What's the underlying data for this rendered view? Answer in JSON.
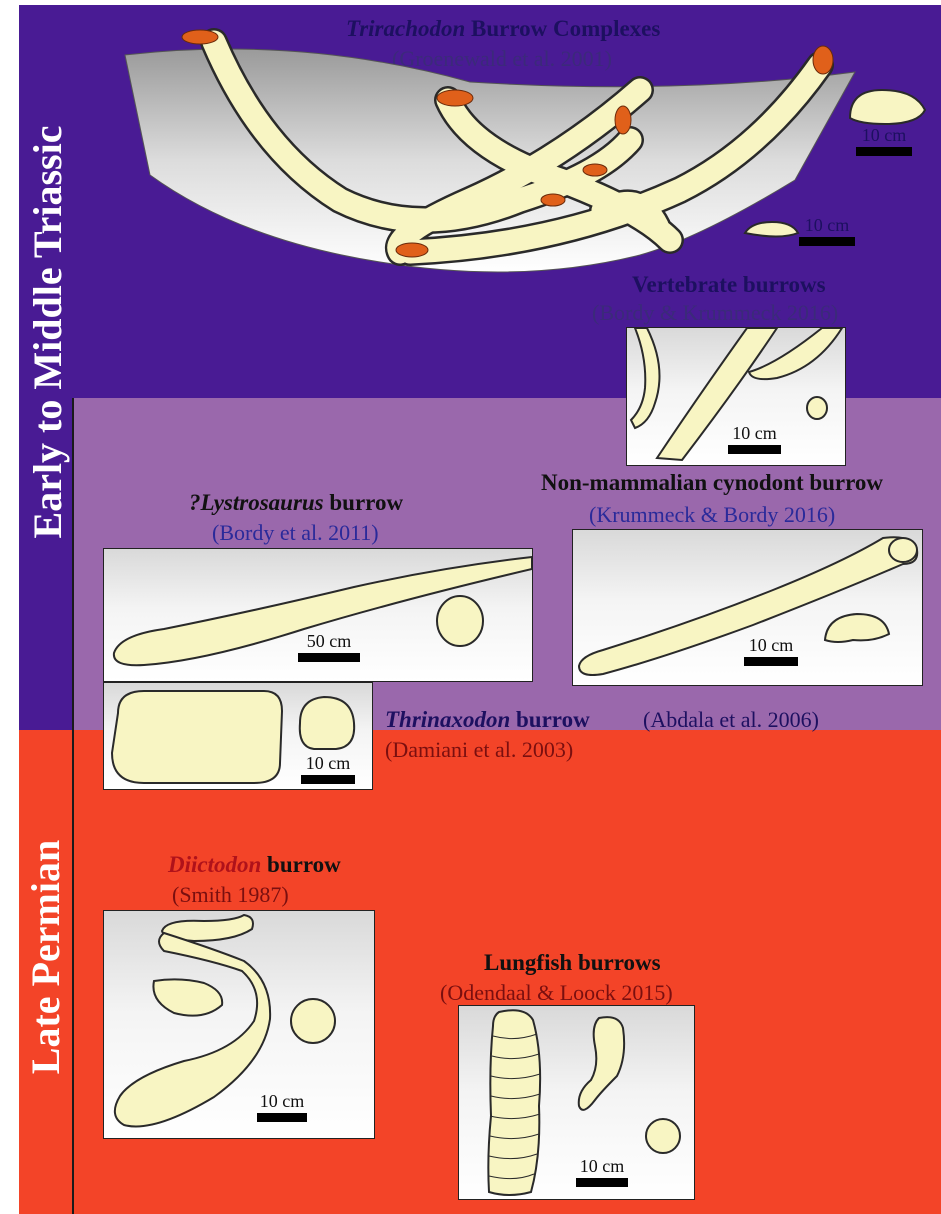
{
  "zones": {
    "upper": {
      "label": "Early to Middle Triassic",
      "color": "#491b94"
    },
    "upper_inner": {
      "color": "#9a68ac"
    },
    "lower": {
      "label": "Late Permian",
      "color": "#f34428"
    }
  },
  "colors": {
    "burrow_fill": "#f8f5c3",
    "title_italic_red": "#b0121a",
    "cite_blue": "#2a2a9a",
    "cite_red": "#7a0f0f"
  },
  "panels": {
    "trirachodon": {
      "title_italic": "Trirachodon",
      "title_rest": " Burrow Complexes",
      "citation": "(Groenewald et al. 2001)",
      "scale_a": "10 cm",
      "scale_b": "10 cm"
    },
    "vertebrate": {
      "title": "Vertebrate burrows",
      "citation": "(Bordy & Krummeck 2016)",
      "scale": "10 cm"
    },
    "lystrosaurus": {
      "title_italic": "?Lystrosaurus",
      "title_rest": " burrow",
      "citation": "(Bordy et al. 2011)",
      "scale": "50 cm"
    },
    "cynodont": {
      "title": "Non-mammalian cynodont burrow",
      "citation": "(Krummeck & Bordy 2016)",
      "scale": "10 cm"
    },
    "thrinaxodon": {
      "title_italic": "Thrinaxodon",
      "title_rest": " burrow",
      "citation_a": "(Abdala et al. 2006)",
      "citation_b": "(Damiani et al. 2003)",
      "scale": "10 cm"
    },
    "diictodon": {
      "title_italic": "Diictodon",
      "title_rest": " burrow",
      "citation": "(Smith 1987)",
      "scale": "10 cm"
    },
    "lungfish": {
      "title": "Lungfish burrows",
      "citation": "(Odendaal & Loock 2015)",
      "scale": "10 cm"
    }
  }
}
